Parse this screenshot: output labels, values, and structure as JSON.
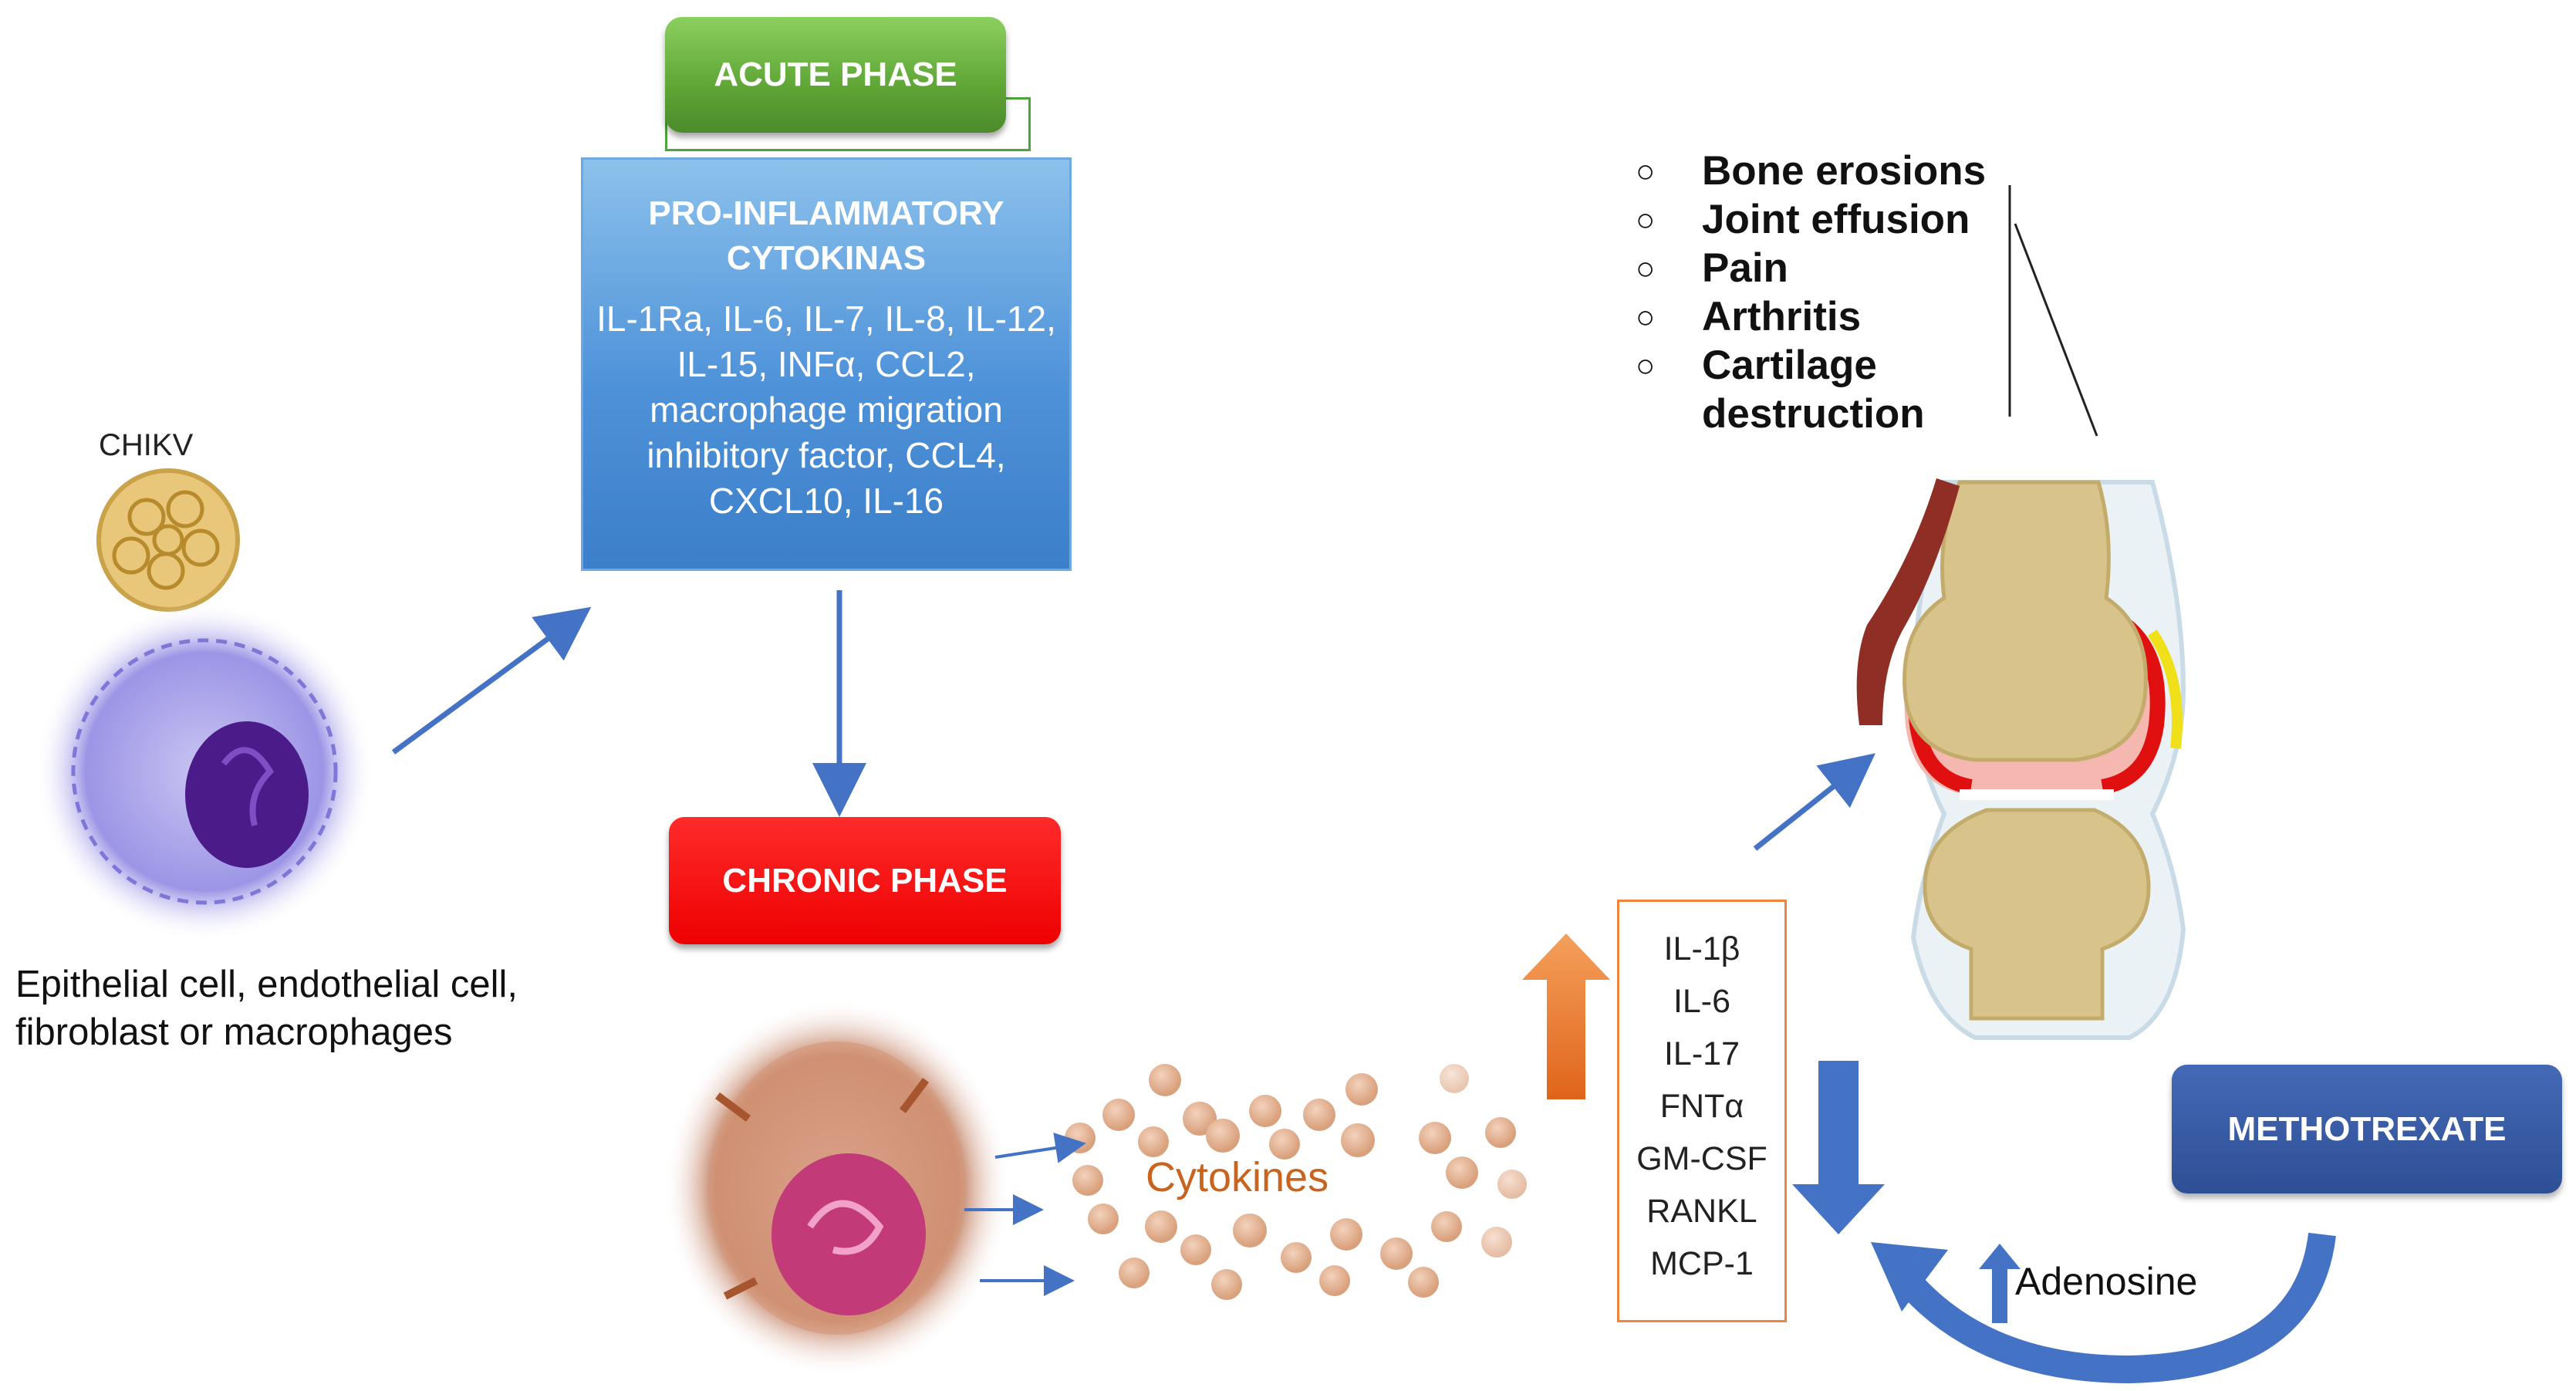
{
  "acute_phase": {
    "label": "ACUTE PHASE",
    "color": "#5fa636"
  },
  "pro_inflammatory": {
    "title_lines": [
      "PRO-INFLAMMATORY",
      "CYTOKINAS"
    ],
    "list_lines": [
      "IL-1Ra, IL-6, IL-7, IL-8, IL-12,",
      "IL-15, INFα, CCL2,",
      "macrophage migration",
      "inhibitory factor, CCL4,",
      "CXCL10, IL-16"
    ],
    "color": "#4e92d9"
  },
  "chronic_phase": {
    "label": "CHRONIC PHASE",
    "color": "#ee0000"
  },
  "chikv_label": "CHIKV",
  "cell_caption_lines": [
    "Epithelial cell, endothelial cell,",
    "fibroblast or macrophages"
  ],
  "symptoms": [
    "Bone erosions",
    "Joint effusion",
    "Pain",
    "Arthritis",
    "Cartilage destruction"
  ],
  "symptom_bullet": "○",
  "cytokine_list": [
    "IL-1β",
    "IL-6",
    "IL-17",
    "FNTα",
    "GM-CSF",
    "RANKL",
    "MCP-1"
  ],
  "cytokines_label": "Cytokines",
  "methotrexate": {
    "label": "METHOTREXATE",
    "color": "#2e4f95"
  },
  "adenosine_label": "Adenosine",
  "colors": {
    "arrow_blue": "#4472c4",
    "arrow_orange": "#ed7d31",
    "cytokine_box_border": "#f0843c"
  }
}
